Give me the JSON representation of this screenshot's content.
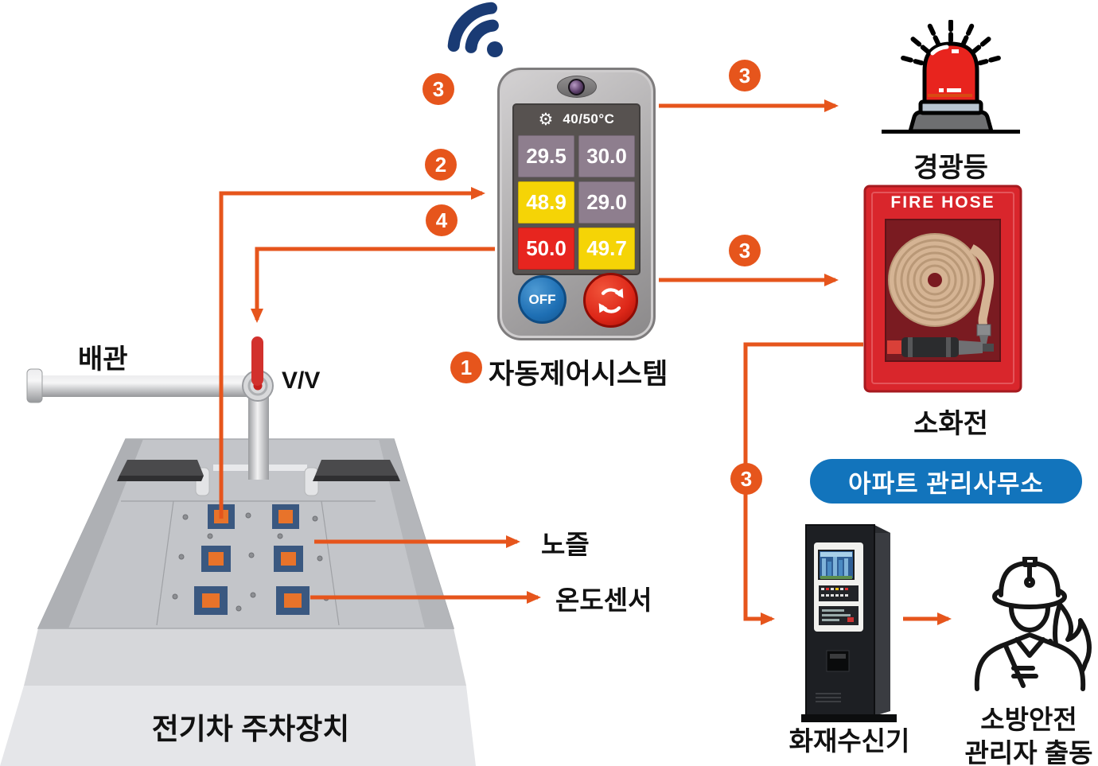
{
  "colors": {
    "accent": "#E6551C",
    "navy": "#1A3B74",
    "office_blue": "#1274BC",
    "cell_normal": "#8E7E8E",
    "cell_warning": "#F5D406",
    "cell_alarm": "#E7251F",
    "off_blue": "#1E6FB4",
    "restart_red": "#DD2718",
    "cabinet_red": "#D9262C",
    "hose_tan": "#D5B494",
    "siren_red": "#E8241E",
    "sensor_orange": "#E8732A",
    "sensor_frame": "#3A5880"
  },
  "controller": {
    "setpoint": "40/50°C",
    "readings": [
      {
        "value": "29.5",
        "state": "normal"
      },
      {
        "value": "30.0",
        "state": "normal"
      },
      {
        "value": "48.9",
        "state": "warning"
      },
      {
        "value": "29.0",
        "state": "normal"
      },
      {
        "value": "50.0",
        "state": "alarm"
      },
      {
        "value": "49.7",
        "state": "warning"
      }
    ],
    "off_label": "OFF",
    "caption_number": "1",
    "caption": "자동제어시스템"
  },
  "steps": {
    "s2": "2",
    "s3": "3",
    "s4": "4"
  },
  "labels": {
    "pipe": "배관",
    "valve": "V/V",
    "nozzle": "노즐",
    "temp_sensor": "온도센서",
    "platform": "전기차 주차장치",
    "siren": "경광등",
    "fire_hose": "FIRE HOSE",
    "hydrant": "소화전",
    "office": "아파트 관리사무소",
    "receiver": "화재수신기",
    "dispatch_line1": "소방안전",
    "dispatch_line2": "관리자 출동"
  },
  "icons": {
    "wifi": "wifi-icon",
    "gear": "gear-icon",
    "camera": "camera-lens",
    "restart": "restart-icon",
    "siren": "siren-icon",
    "fire_hose_coil": "fire-hose-coil",
    "receiver_cabinet": "fire-receiver-cabinet",
    "firefighter": "firefighter-icon"
  }
}
